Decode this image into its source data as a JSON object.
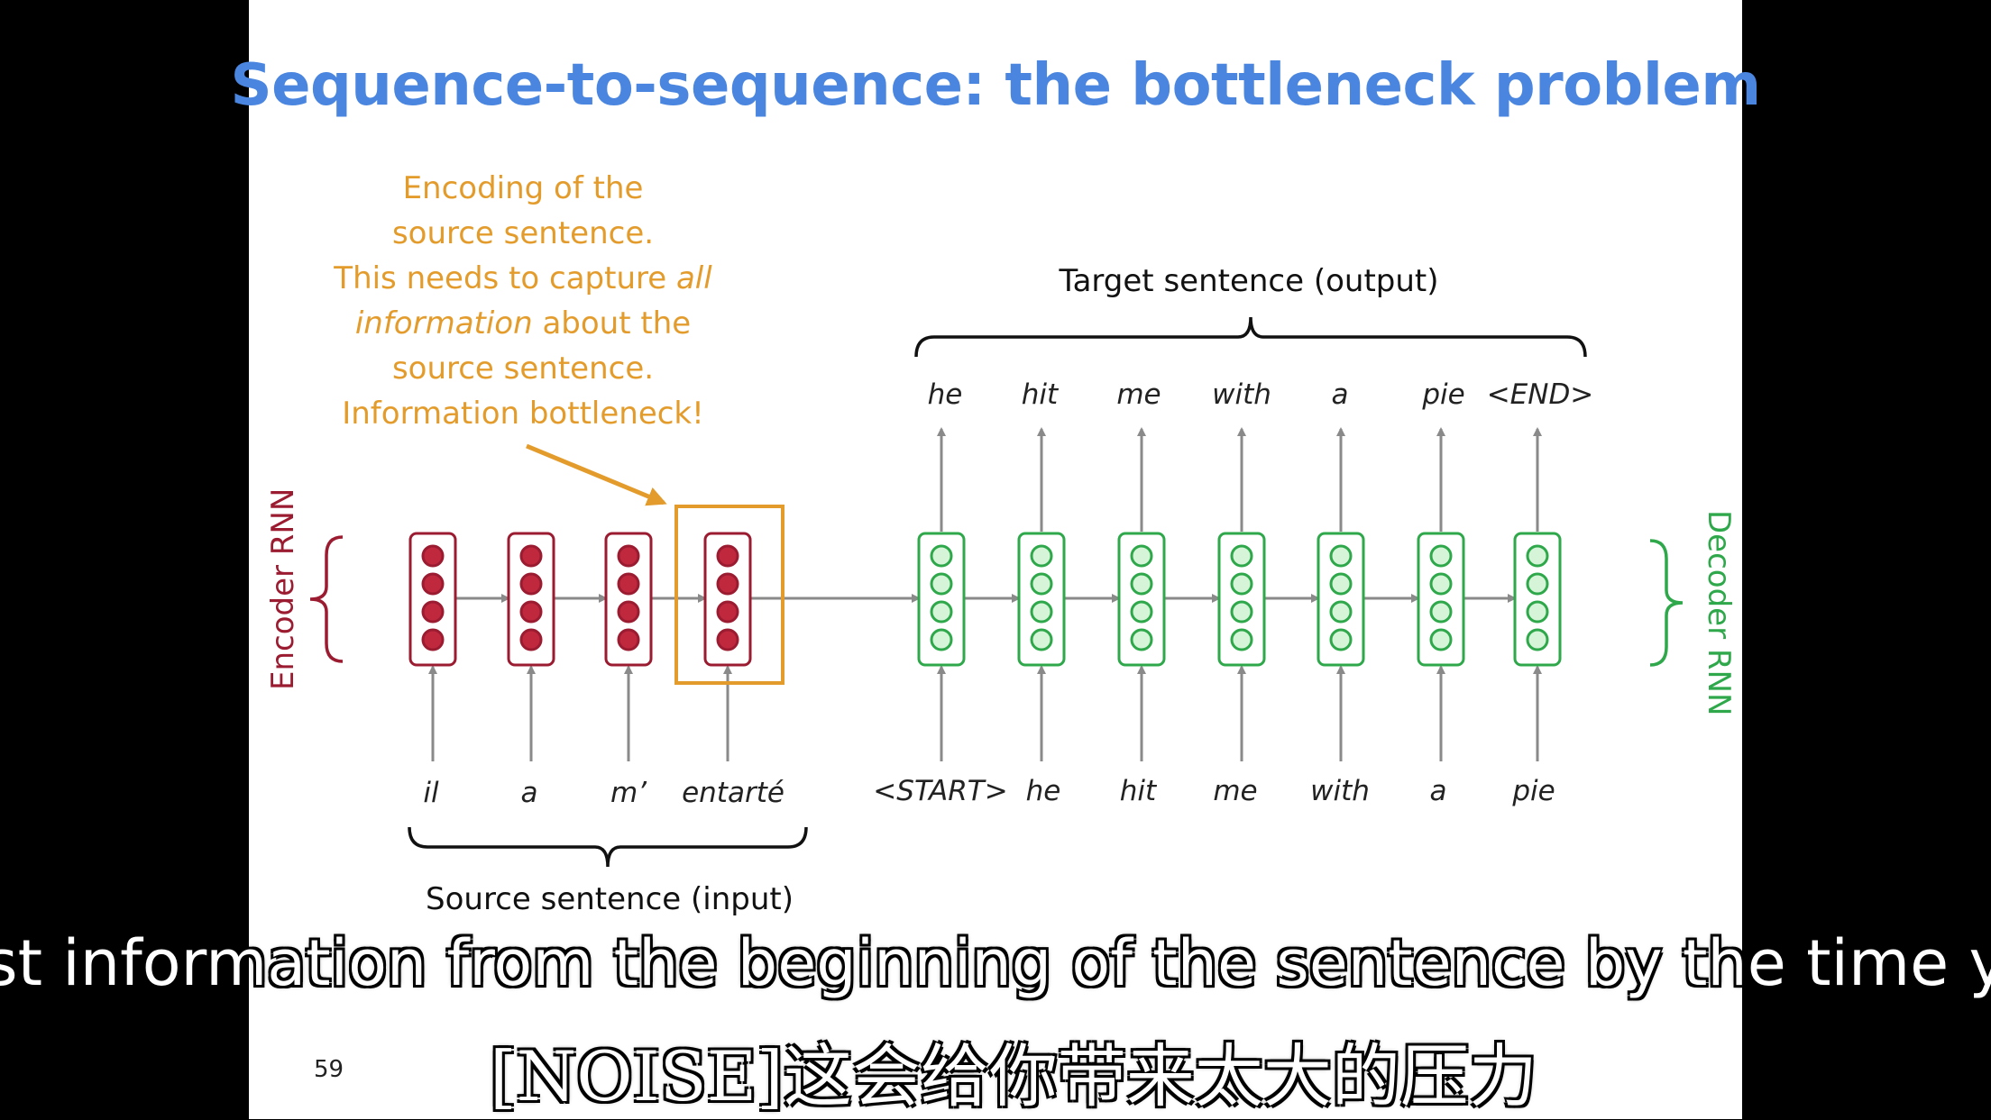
{
  "title": "Sequence-to-sequence: the bottleneck problem",
  "annotation": {
    "lines": [
      "Encoding of the",
      "source sentence.",
      "This needs to capture ",
      "all",
      "information",
      " about the",
      "source sentence.",
      "Information bottleneck!"
    ]
  },
  "encoder_label": "Encoder RNN",
  "decoder_label": "Decoder RNN",
  "target_label": "Target sentence (output)",
  "source_label": "Source sentence (input)",
  "source_words": [
    "il",
    "a",
    "m’",
    "entarté"
  ],
  "decoder_inputs": [
    "<START>",
    "he",
    "hit",
    "me",
    "with",
    "a",
    "pie"
  ],
  "decoder_outputs": [
    "he",
    "hit",
    "me",
    "with",
    "a",
    "pie",
    "<END>"
  ],
  "page_number": "59",
  "subtitles": {
    "english": "ost information from the beginning of the sentence by the time yo",
    "chinese": "[NOISE]这会给你带来太大的压力"
  },
  "colors": {
    "title": "#4a86e0",
    "annotation": "#e39c2c",
    "encoder": "#9b1b30",
    "decoder": "#2ea84a",
    "highlight": "#e39c2c",
    "arrows": "#8a8a8a"
  }
}
